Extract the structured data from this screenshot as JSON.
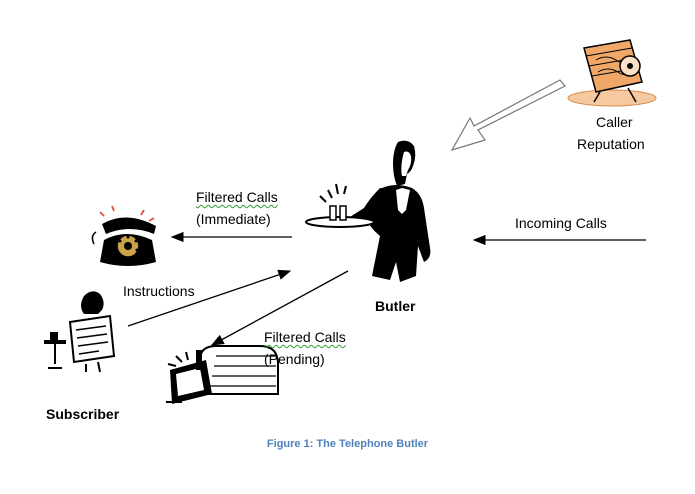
{
  "labels": {
    "caller_line1": "Caller",
    "caller_line2": "Reputation",
    "filtered_immediate_line1": "Filtered Calls",
    "filtered_immediate_line2": "(Immediate)",
    "incoming": "Incoming Calls",
    "instructions": "Instructions",
    "butler": "Butler",
    "filtered_pending_line1": "Filtered Calls",
    "filtered_pending_line2": "(Pending)",
    "subscriber": "Subscriber"
  },
  "caption": "Figure 1: The Telephone Butler",
  "colors": {
    "caption": "#4f81bd",
    "rolodex": "#f0a868",
    "ink": "#000000"
  },
  "icons": [
    "rolodex-icon",
    "butler-icon",
    "rotary-phone-icon",
    "subscriber-reading-icon",
    "mailbox-icon"
  ]
}
